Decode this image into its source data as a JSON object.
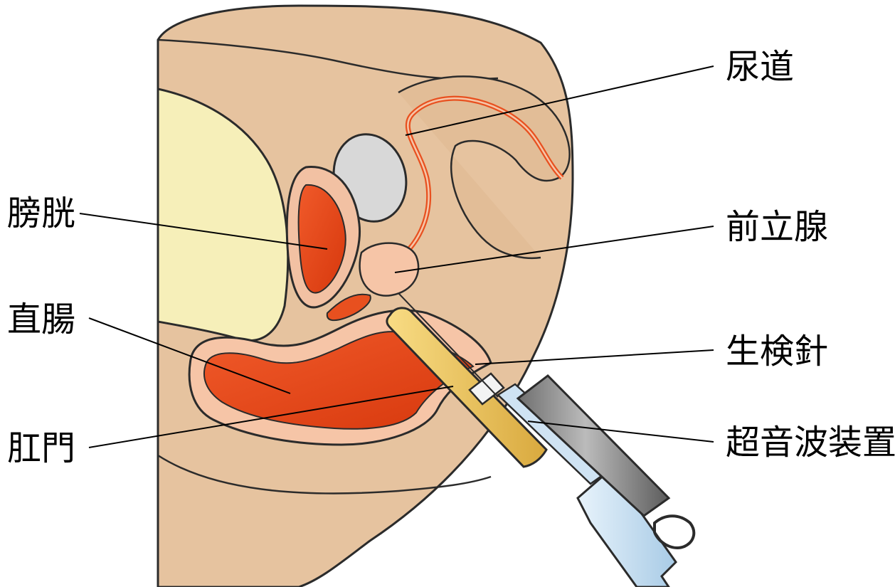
{
  "labels": {
    "urethra": "尿道",
    "bladder": "膀胱",
    "prostate": "前立腺",
    "rectum": "直腸",
    "biopsy_needle": "生検針",
    "anus": "肛門",
    "ultrasound_device": "超音波装置"
  },
  "colors": {
    "skin": "#e5c3a0",
    "skin_dark": "#d7ad86",
    "thigh": "#f6efb9",
    "organ_red": "#e8501f",
    "organ_pink": "#f6c5a7",
    "cartilage": "#d8d8d8",
    "probe_yellow": "#f2c75a",
    "probe_gray": "#8c8c8c",
    "probe_blue": "#bcd9ef"
  }
}
